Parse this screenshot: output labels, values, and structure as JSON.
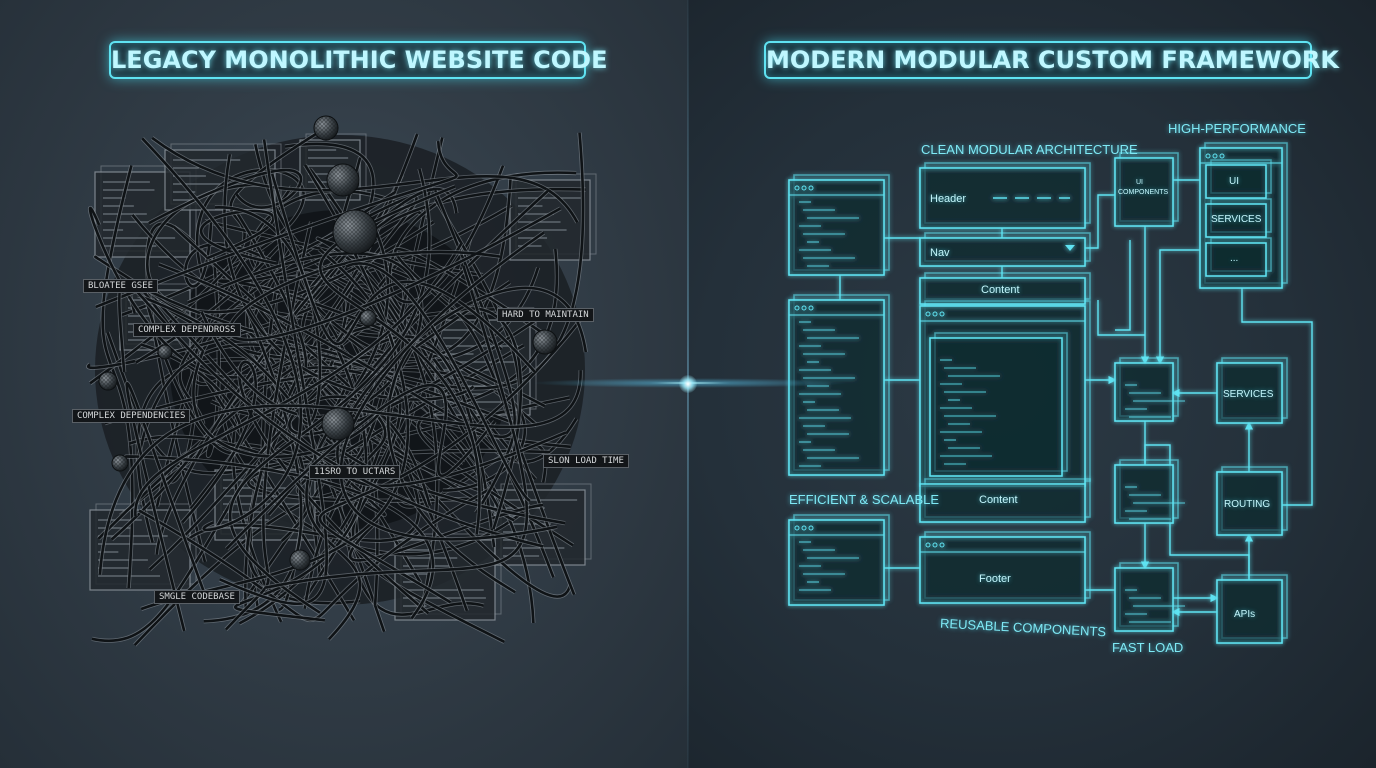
{
  "left_panel": {
    "title": "LEGACY MONOLITHIC WEBSITE CODE",
    "tags": [
      "BLOATEE GSEE",
      "COMPLEX DEPENDROSS",
      "HARD TO MAINTAIN",
      "COMPLEX DEPENDENCIES",
      "SLON LOAD TIME",
      "11SRO TO UCTARS",
      "SMGLE CODEBASE"
    ]
  },
  "right_panel": {
    "title": "MODERN MODULAR CUSTOM FRAMEWORK",
    "labels": {
      "clean": "CLEAN MODULAR ARCHITECTURE",
      "high_perf": "HIGH-PERFORMANCE",
      "efficient": "EFFICIENT & SCALABLE",
      "reusable": "REUSABLE COMPONENTS",
      "fast": "FAST LOAD"
    },
    "boxes": {
      "header": "Header",
      "nav": "Nav",
      "content_top": "Content",
      "content_bottom": "Content",
      "footer": "Footer",
      "ui_components": [
        "UI",
        "COMPONENTS"
      ],
      "stack_ui": "UI",
      "stack_services": "SERVICES",
      "stack_more": "...",
      "services": "SERVICES",
      "routing": "ROUTING",
      "apis": "APIs"
    }
  },
  "colors": {
    "neon": "#5fe3f2",
    "neon_text": "#c4f6fc",
    "tangle": "#0f1316",
    "tangle_light": "#8a9299",
    "tag_bg": "#131619"
  }
}
